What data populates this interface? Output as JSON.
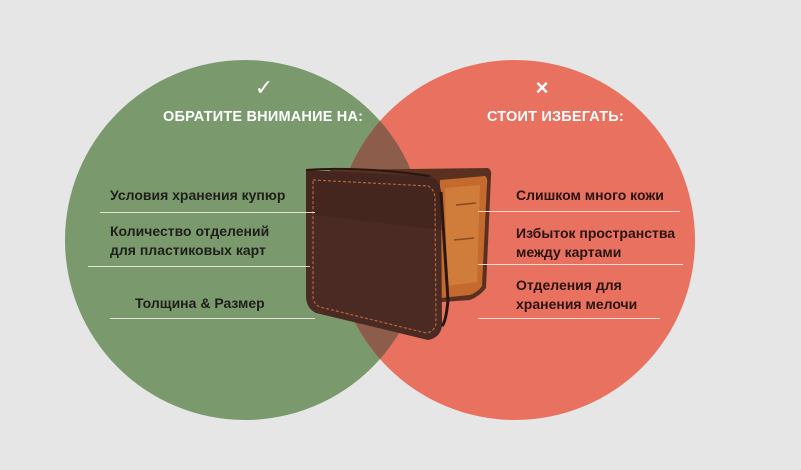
{
  "colors": {
    "background": "#e6e6e6",
    "left_circle": "#7a9a6e",
    "right_circle": "#e97160",
    "overlap": "#8b5d4a",
    "wallet_dark": "#4a2a22",
    "wallet_leather": "#c56a2e"
  },
  "left": {
    "icon": "✓",
    "title": "ОБРАТИТЕ ВНИМАНИЕ НА:",
    "items": [
      {
        "lines": [
          "Условия хранения купюр"
        ]
      },
      {
        "lines": [
          "Количество отделений",
          "для пластиковых карт"
        ]
      },
      {
        "lines": [
          "Толщина & Размер"
        ]
      }
    ]
  },
  "right": {
    "icon": "×",
    "title": "СТОИТ ИЗБЕГАТЬ:",
    "items": [
      {
        "lines": [
          "Слишком много кожи"
        ]
      },
      {
        "lines": [
          "Избыток пространства",
          "между картами"
        ]
      },
      {
        "lines": [
          "Отделения для",
          "хранения мелочи"
        ]
      }
    ]
  },
  "illustration": {
    "icon": "wallet-icon"
  }
}
